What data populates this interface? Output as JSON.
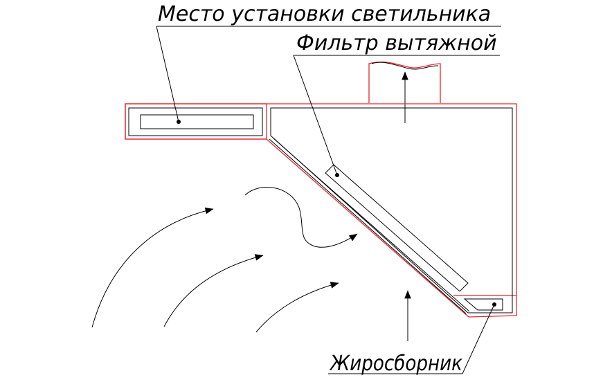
{
  "labels": {
    "lamp_place": "Место установки светильника",
    "exhaust_filter": "Фильтр вытяжной",
    "grease_collector": "Жиросборник"
  },
  "colors": {
    "outline": "#e8262d",
    "ink": "#000000",
    "background": "#ffffff"
  }
}
